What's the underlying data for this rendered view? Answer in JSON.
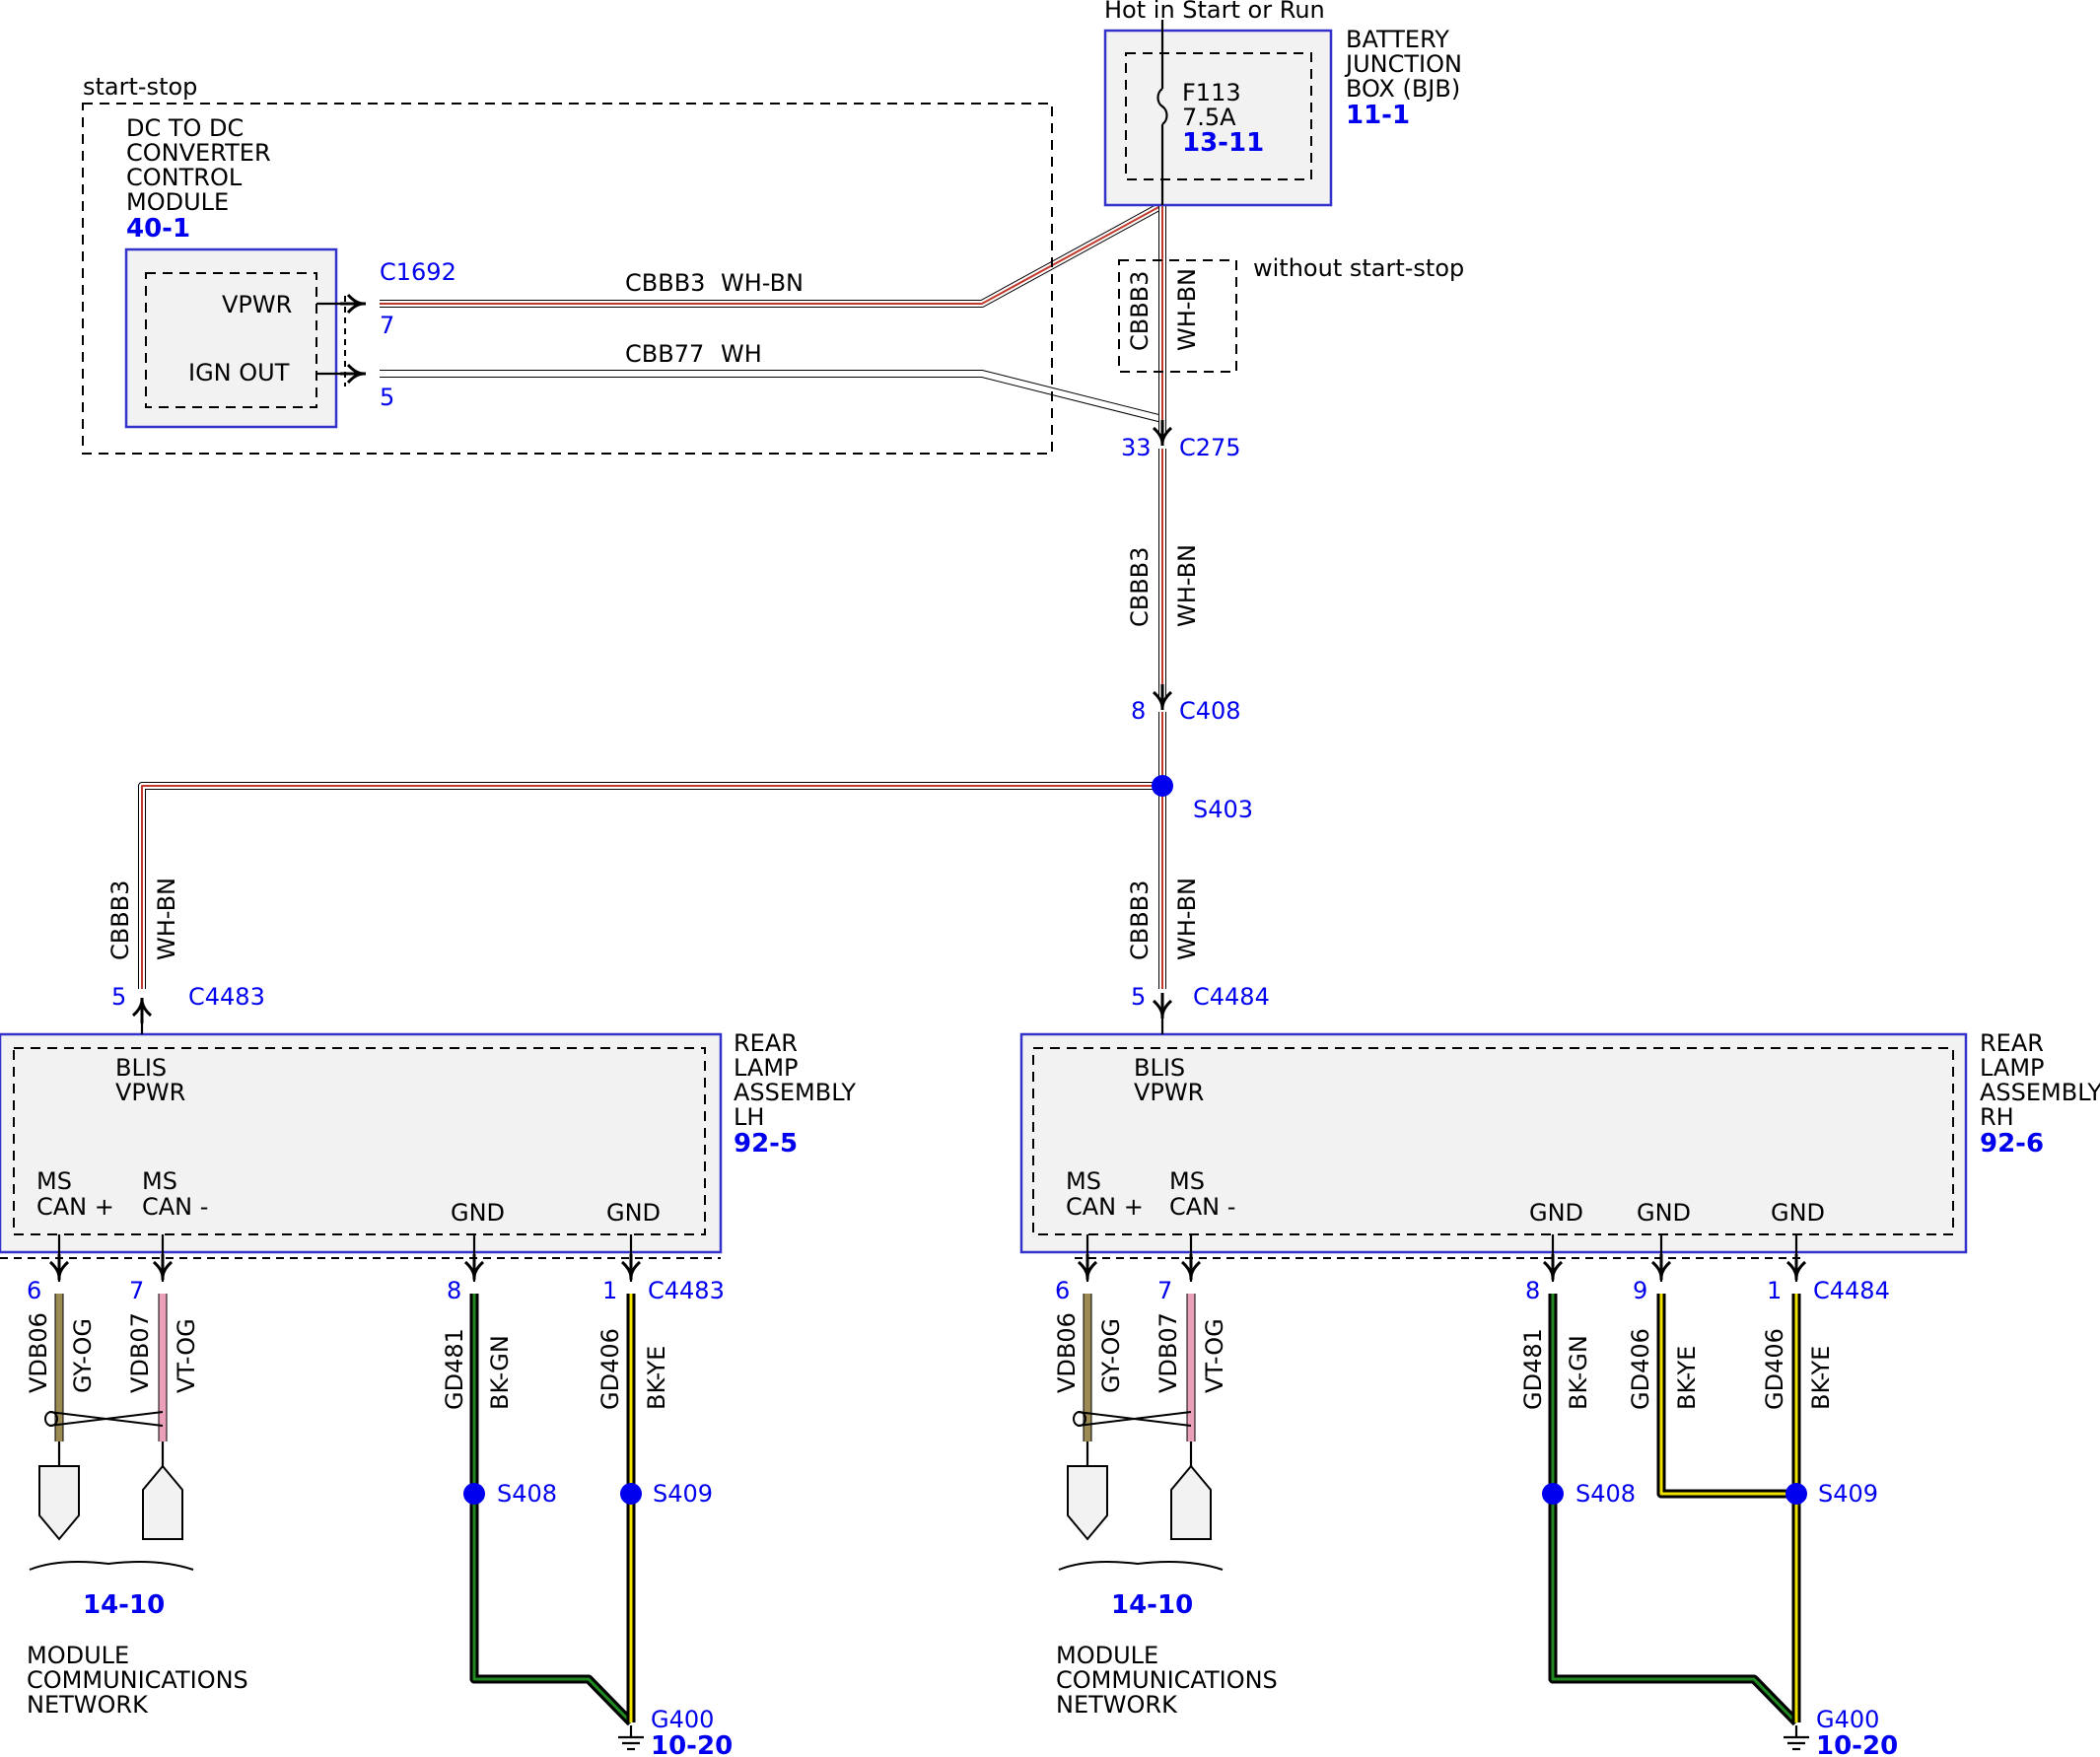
{
  "top": {
    "feed_label": "Hot in Start or Run"
  },
  "bjb": {
    "name_lines": [
      "BATTERY",
      "JUNCTION",
      "BOX (BJB)"
    ],
    "ref": "11-1",
    "fuse_id": "F113",
    "fuse_rating": "7.5A",
    "fuse_ref": "13-11"
  },
  "start_stop": {
    "label": "start-stop",
    "module_lines": [
      "DC TO DC",
      "CONVERTER",
      "CONTROL",
      "MODULE"
    ],
    "module_ref": "40-1",
    "pin_vpwr": "VPWR",
    "pin_ign": "IGN OUT",
    "connector": "C1692",
    "pin_vpwr_num": "7",
    "pin_ign_num": "5",
    "wire1_circuit": "CBBB3",
    "wire1_color": "WH-BN",
    "wire2_circuit": "CBB77",
    "wire2_color": "WH"
  },
  "without_ss": {
    "label": "without start-stop",
    "circuit": "CBBB3",
    "color": "WH-BN"
  },
  "trunk": {
    "c275": "C275",
    "c275_pin": "33",
    "circuit": "CBBB3",
    "color": "WH-BN",
    "c408": "C408",
    "c408_pin": "8",
    "splice": "S403"
  },
  "lh": {
    "circuit": "CBBB3",
    "color": "WH-BN",
    "pin": "5",
    "connector": "C4483",
    "name_lines": [
      "REAR",
      "LAMP",
      "ASSEMBLY",
      "LH"
    ],
    "ref": "92-5",
    "blis": "BLIS",
    "vpwr": "VPWR",
    "can_plus": [
      "MS",
      "CAN +"
    ],
    "can_minus": [
      "MS",
      "CAN -"
    ],
    "gnd1": "GND",
    "gnd2": "GND",
    "pin6": "6",
    "pin7": "7",
    "pin8": "8",
    "pin1": "1",
    "bottom_connector": "C4483",
    "w6_circuit": "VDB06",
    "w6_color": "GY-OG",
    "w7_circuit": "VDB07",
    "w7_color": "VT-OG",
    "w8_circuit": "GD481",
    "w8_color": "BK-GN",
    "w1_circuit": "GD406",
    "w1_color": "BK-YE",
    "s408": "S408",
    "s409": "S409",
    "network_ref": "14-10",
    "network_lines": [
      "MODULE",
      "COMMUNICATIONS",
      "NETWORK"
    ],
    "ground": "G400",
    "ground_ref": "10-20"
  },
  "rh": {
    "circuit": "CBBB3",
    "color": "WH-BN",
    "pin": "5",
    "connector": "C4484",
    "name_lines": [
      "REAR",
      "LAMP",
      "ASSEMBLY",
      "RH"
    ],
    "ref": "92-6",
    "blis": "BLIS",
    "vpwr": "VPWR",
    "can_plus": [
      "MS",
      "CAN +"
    ],
    "can_minus": [
      "MS",
      "CAN -"
    ],
    "gnd1": "GND",
    "gnd2": "GND",
    "gnd3": "GND",
    "pin6": "6",
    "pin7": "7",
    "pin8": "8",
    "pin9": "9",
    "pin1": "1",
    "bottom_connector": "C4484",
    "w6_circuit": "VDB06",
    "w6_color": "GY-OG",
    "w7_circuit": "VDB07",
    "w7_color": "VT-OG",
    "w8_circuit": "GD481",
    "w8_color": "BK-GN",
    "w9_circuit": "GD406",
    "w9_color": "BK-YE",
    "w1_circuit": "GD406",
    "w1_color": "BK-YE",
    "s408": "S408",
    "s409": "S409",
    "network_ref": "14-10",
    "network_lines": [
      "MODULE",
      "COMMUNICATIONS",
      "NETWORK"
    ],
    "ground": "G400",
    "ground_ref": "10-20"
  },
  "colors": {
    "wh_bn_stripe": "#c0392b",
    "bk_gn_stripe": "#1f8a1f",
    "bk_ye_stripe": "#f2e200",
    "gy_og": "#9c8a55",
    "vt_og": "#e9a0b8",
    "component_fill": "#f2f2f2",
    "component_border": "#3333cc",
    "reference_blue": "#0000ee"
  }
}
